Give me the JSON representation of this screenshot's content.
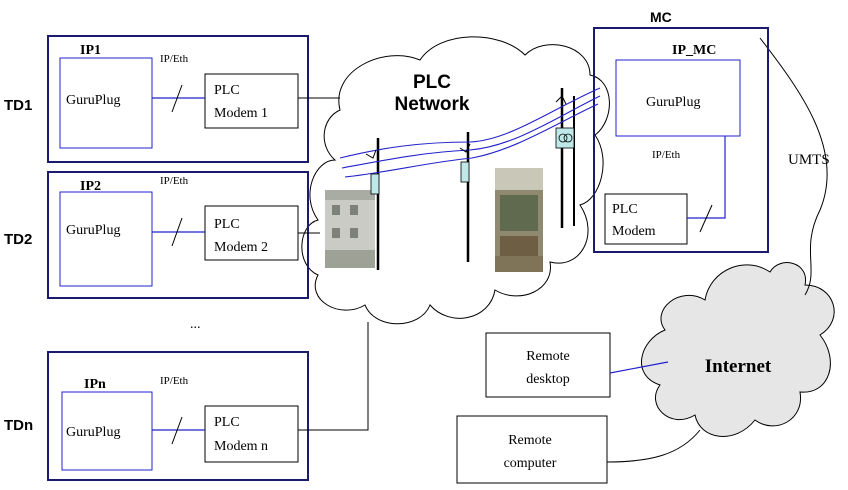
{
  "colors": {
    "frame": "#1a1a6e",
    "link": "#2222cc",
    "cloud_fill": "#e6e6e6",
    "pole": "#000000",
    "device": "#bfe8e8"
  },
  "stations": [
    {
      "side_label": "TD1",
      "ip_label": "IP1",
      "plug_label": "GuruPlug",
      "eth_label": "IP/Eth",
      "modem_line1": "PLC",
      "modem_line2": "Modem 1"
    },
    {
      "side_label": "TD2",
      "ip_label": "IP2",
      "plug_label": "GuruPlug",
      "eth_label": "IP/Eth",
      "modem_line1": "PLC",
      "modem_line2": "Modem 2"
    },
    {
      "side_label": "TDn",
      "ip_label": "IPn",
      "plug_label": "GuruPlug",
      "eth_label": "IP/Eth",
      "modem_line1": "PLC",
      "modem_line2": "Modem n"
    }
  ],
  "ellipsis": "...",
  "plc_network": {
    "line1": "PLC",
    "line2": "Network"
  },
  "mc": {
    "title": "MC",
    "ip_label": "IP_MC",
    "plug_label": "GuruPlug",
    "eth_label": "IP/Eth",
    "modem_line1": "PLC",
    "modem_line2": "Modem"
  },
  "umts_label": "UMTS",
  "internet_label": "Internet",
  "remote_desktop": {
    "line1": "Remote",
    "line2": "desktop"
  },
  "remote_computer": {
    "line1": "Remote",
    "line2": "computer"
  }
}
